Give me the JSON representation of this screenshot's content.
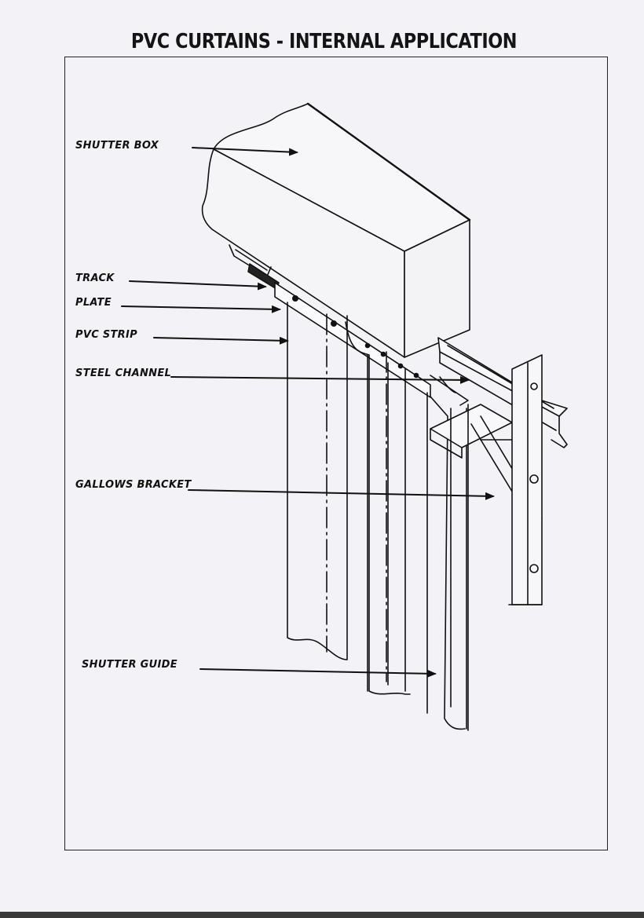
{
  "title": "PVC CURTAINS - INTERNAL APPLICATION",
  "labels": {
    "shutter_box": "SHUTTER BOX",
    "track": "TRACK",
    "plate": "PLATE",
    "pvc_strip": "PVC STRIP",
    "steel_channel": "STEEL CHANNEL",
    "gallows_bracket": "GALLOWS BRACKET",
    "shutter_guide": "SHUTTER GUIDE"
  },
  "colors": {
    "ink": "#111111",
    "paper": "#f3f3f7"
  }
}
